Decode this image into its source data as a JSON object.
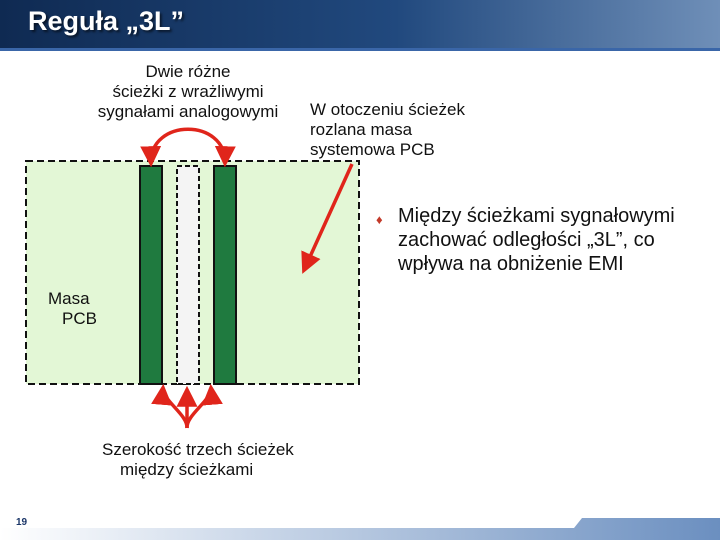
{
  "title": "Reguła „3L”",
  "labels": {
    "top_left": [
      "Dwie różne",
      "ścieżki z wrażliwymi",
      "sygnałami analogowymi"
    ],
    "top_right": [
      "W otoczeniu ścieżek",
      "rozlana masa",
      "systemowa PCB"
    ],
    "masa": [
      "Masa",
      "PCB"
    ],
    "bottom": [
      "Szerokość trzech ścieżek",
      "między ścieżkami"
    ]
  },
  "bullet": {
    "text": "Między ścieżkami sygnałowymi zachować odległości „3L”, co wpływa na obniżenie EMI"
  },
  "page_number": "19",
  "colors": {
    "header_dark": "#0f2a52",
    "board_fill": "#e3f7d6",
    "trace": "#1f7a3f",
    "arrow": "#e0251b",
    "bullet_marker": "#c33a2a"
  }
}
